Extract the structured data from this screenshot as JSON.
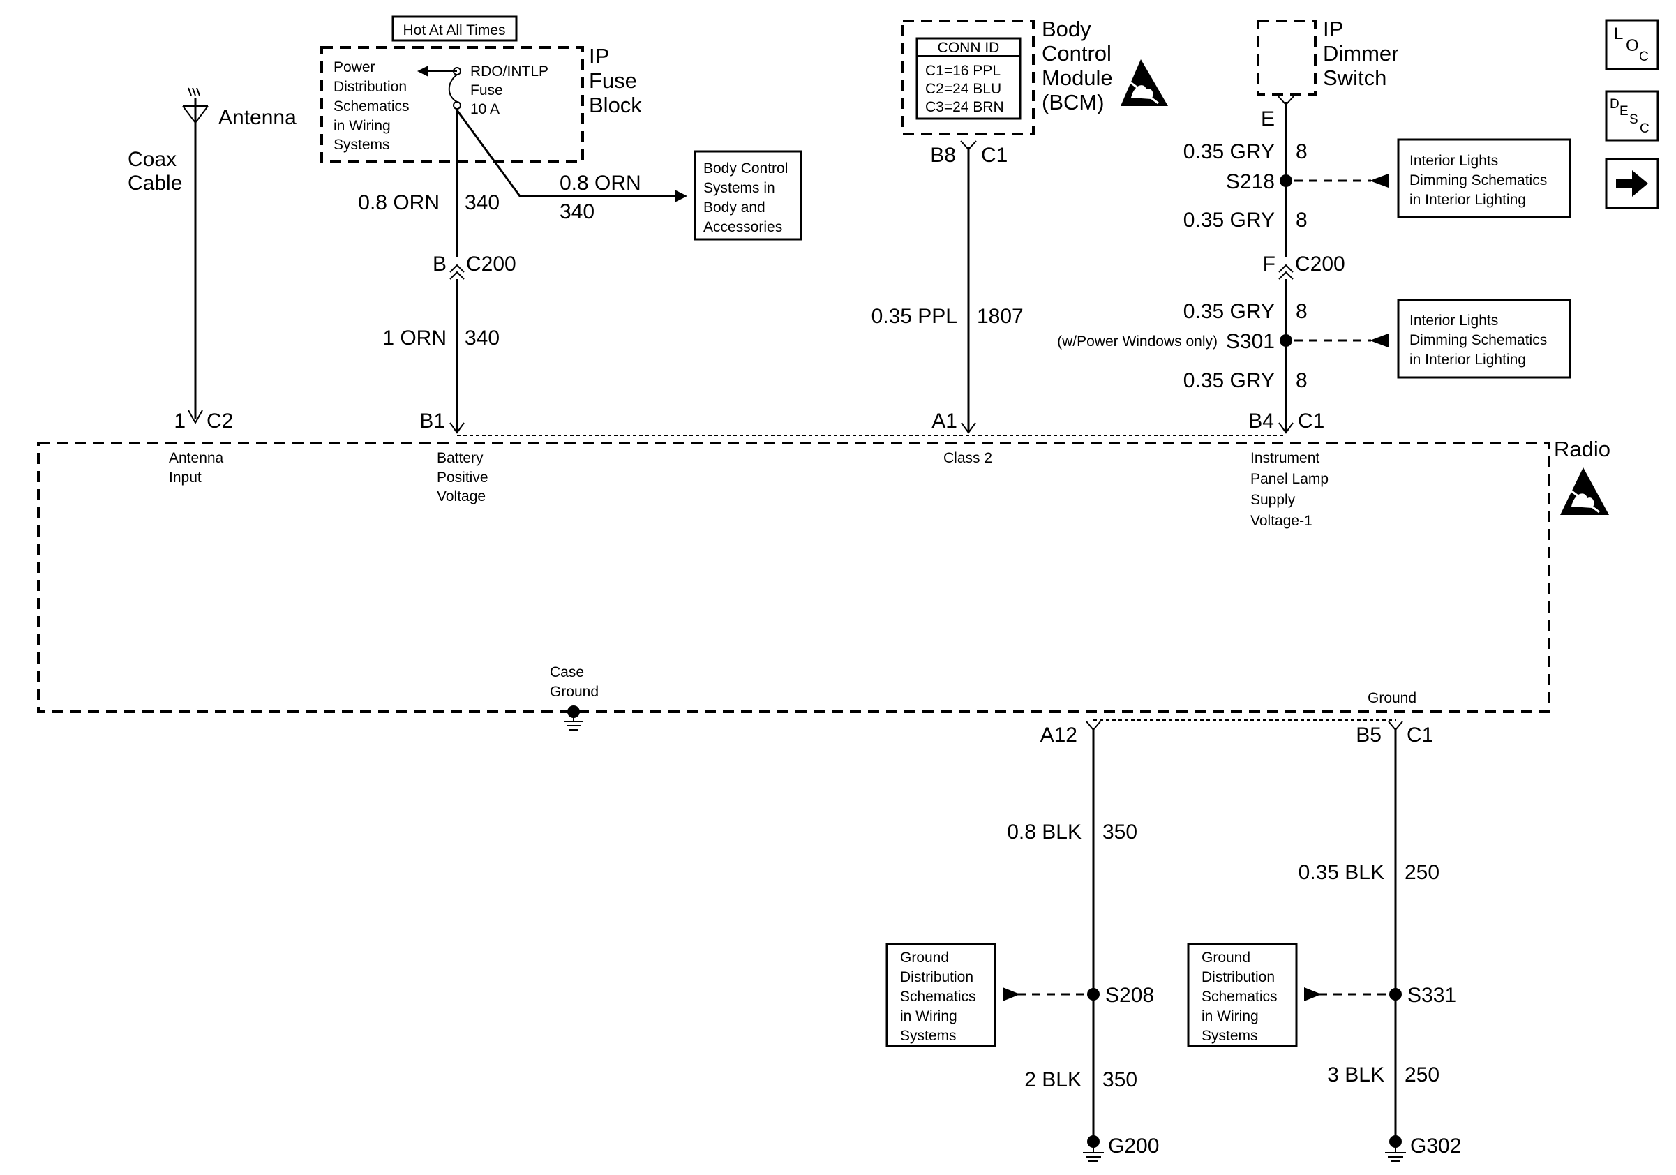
{
  "antenna": {
    "label": "Antenna",
    "cable_line1": "Coax",
    "cable_line2": "Cable"
  },
  "fuse_block": {
    "title_line1": "IP",
    "title_line2": "Fuse",
    "title_line3": "Block",
    "hot_label": "Hot At All Times",
    "pd_lines": [
      "Power",
      "Distribution",
      "Schematics",
      "in Wiring",
      "Systems"
    ],
    "fuse_lines": [
      "RDO/INTLP",
      "Fuse",
      "10 A"
    ]
  },
  "bcs_box": {
    "lines": [
      "Body Control",
      "Systems in",
      "Body and",
      "Accessories"
    ]
  },
  "bcm": {
    "title_lines": [
      "Body",
      "Control",
      "Module",
      "(BCM)"
    ],
    "conn_id_header": "CONN ID",
    "conn_lines": [
      "C1=16 PPL",
      "C2=24 BLU",
      "C3=24 BRN"
    ]
  },
  "dimmer": {
    "title_lines": [
      "IP",
      "Dimmer",
      "Switch"
    ]
  },
  "side_icons": {
    "loc_l": "L",
    "loc_o": "O",
    "loc_c": "C",
    "desc_d": "D",
    "desc_e": "E",
    "desc_s": "S",
    "desc_c": "C"
  },
  "wires": {
    "fuse_out_color": "0.8 ORN",
    "fuse_out_circuit": "340",
    "bcs_color": "0.8 ORN",
    "bcs_circuit": "340",
    "batt_color": "1 ORN",
    "batt_circuit": "340",
    "class2_color": "0.35 PPL",
    "class2_circuit": "1807",
    "gry1_color": "0.35 GRY",
    "gry1_circuit": "8",
    "gry2_color": "0.35 GRY",
    "gry2_circuit": "8",
    "gry3_color": "0.35 GRY",
    "gry3_circuit": "8",
    "gry4_color": "0.35 GRY",
    "gry4_circuit": "8",
    "blk350a_color": "0.8 BLK",
    "blk350a_circuit": "350",
    "blk350b_color": "2 BLK",
    "blk350b_circuit": "350",
    "blk250a_color": "0.35 BLK",
    "blk250a_circuit": "250",
    "blk250b_color": "3 BLK",
    "blk250b_circuit": "250"
  },
  "connectors": {
    "c200_b_pin": "B",
    "c200_b_name": "C200",
    "c200_f_pin": "F",
    "c200_f_name": "C200",
    "bcm_pin": "B8",
    "bcm_conn": "C1",
    "dimmer_pin": "E",
    "ant_pin": "1",
    "ant_conn": "C2",
    "batt_pin": "B1",
    "class2_pin": "A1",
    "ipl_pin": "B4",
    "ipl_conn": "C1",
    "gnd_a_pin": "A12",
    "gnd_b_pin": "B5",
    "gnd_b_conn": "C1"
  },
  "splices": {
    "s218": "S218",
    "s301": "S301",
    "s301_note": "(w/Power Windows only)",
    "s208": "S208",
    "s331": "S331"
  },
  "grounds": {
    "g200": "G200",
    "g302": "G302"
  },
  "ref_boxes": {
    "interior_1": [
      "Interior Lights",
      "Dimming Schematics",
      "in Interior Lighting"
    ],
    "interior_2": [
      "Interior Lights",
      "Dimming Schematics",
      "in Interior Lighting"
    ],
    "ground_1": [
      "Ground",
      "Distribution",
      "Schematics",
      "in Wiring",
      "Systems"
    ],
    "ground_2": [
      "Ground",
      "Distribution",
      "Schematics",
      "in Wiring",
      "Systems"
    ]
  },
  "radio": {
    "title": "Radio",
    "antenna_input": [
      "Antenna",
      "Input"
    ],
    "battery": [
      "Battery",
      "Positive",
      "Voltage"
    ],
    "class2": "Class 2",
    "ipl": [
      "Instrument",
      "Panel Lamp",
      "Supply",
      "Voltage-1"
    ],
    "case_ground": [
      "Case",
      "Ground"
    ],
    "ground": "Ground"
  }
}
